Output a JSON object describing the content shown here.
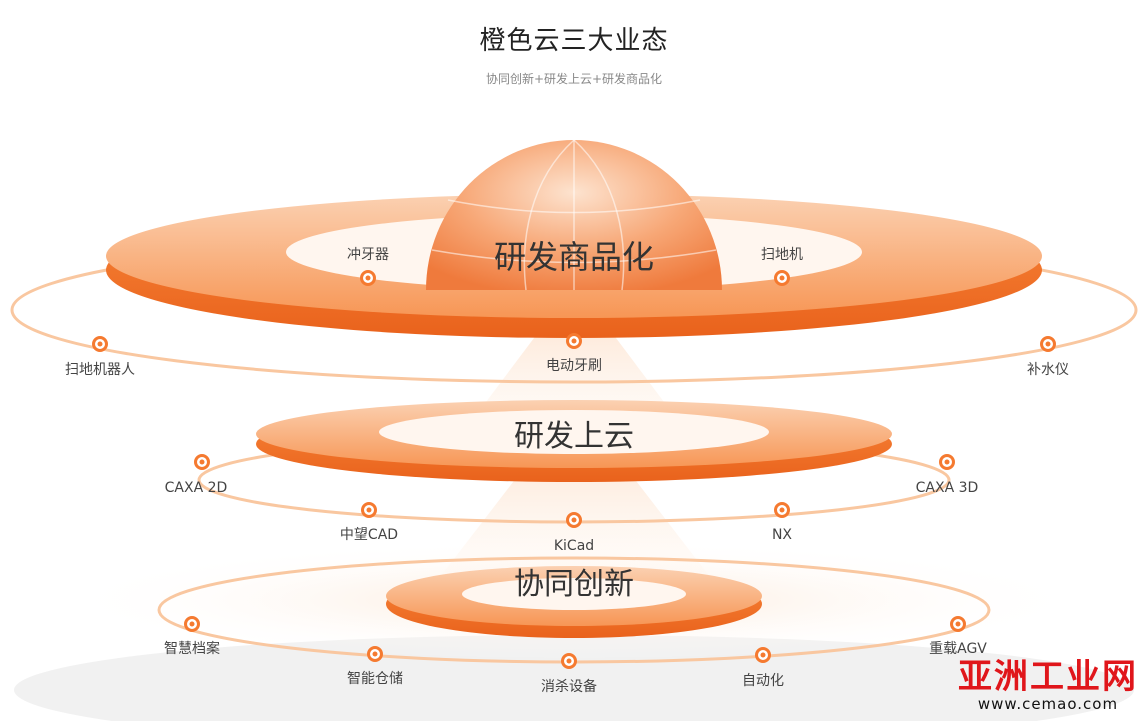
{
  "header": {
    "title": "橙色云三大业态",
    "subtitle": "协同创新+研发上云+研发商品化"
  },
  "tiers": {
    "top": {
      "title": "研发商品化",
      "inner_nodes": [
        "冲牙器",
        "扫地机"
      ],
      "outer_nodes": [
        "扫地机器人",
        "电动牙刷",
        "补水仪"
      ]
    },
    "middle": {
      "title": "研发上云",
      "nodes": [
        "CAXA 2D",
        "中望CAD",
        "KiCad",
        "NX",
        "CAXA 3D"
      ]
    },
    "bottom": {
      "title": "协同创新",
      "nodes": [
        "智慧档案",
        "智能仓储",
        "消杀设备",
        "自动化",
        "重载AGV"
      ]
    }
  },
  "watermark": {
    "main": "亚洲工业网",
    "sub": "www.cemao.com"
  },
  "colors": {
    "accent": "#f26a1b",
    "ring_light": "#f7b98c",
    "node_ring": "#f57a30"
  }
}
